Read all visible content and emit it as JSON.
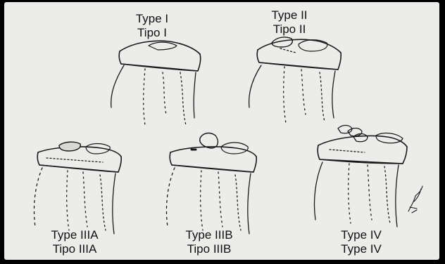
{
  "figure": {
    "panels": [
      {
        "id": "type-i",
        "line1": "Type I",
        "line2": "Tipo I"
      },
      {
        "id": "type-ii",
        "line1": "Type II",
        "line2": "Tipo II"
      },
      {
        "id": "type-iiia",
        "line1": "Type IIIA",
        "line2": "Tipo IIIA"
      },
      {
        "id": "type-iiib",
        "line1": "Type IIIB",
        "line2": "Tipo IIIB"
      },
      {
        "id": "type-iv",
        "line1": "Type IV",
        "line2": "Type IV"
      }
    ],
    "signature": "M.Sagi"
  },
  "colors": {
    "paper": "#ececea",
    "ink": "#1a1a1a",
    "border": "#000000"
  }
}
